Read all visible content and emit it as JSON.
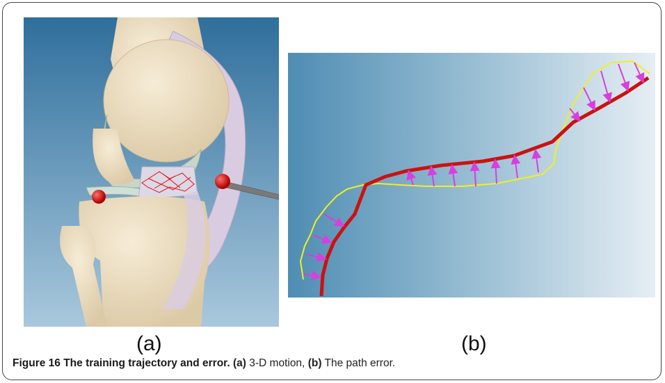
{
  "figure": {
    "number_title": "Figure 16 The training trajectory and error.",
    "caption_parts": [
      {
        "label": "(a)",
        "text": "3-D motion,"
      },
      {
        "label": "(b)",
        "text": "The path error."
      }
    ],
    "panels": [
      {
        "label": "(a)",
        "content": "3-D knee joint model with red marker spheres and instrument rod"
      },
      {
        "label": "(b)",
        "content": "trajectory and path error plot"
      }
    ]
  },
  "colors": {
    "frame_border": "#444444",
    "knee_bg_top": "#2f6f9c",
    "knee_bg_bottom": "#a9c8dd",
    "bone": "#efe2c6",
    "cartilage": "#c8d6c8",
    "ligament": "#d9cce0",
    "marker": "#e01010",
    "plot_bg_left": "#4f8db3",
    "plot_bg_right": "#e6eef4",
    "trajectory": "#cc1111",
    "reference_path": "#f0f020",
    "error_arrows": "#d83ee0"
  }
}
